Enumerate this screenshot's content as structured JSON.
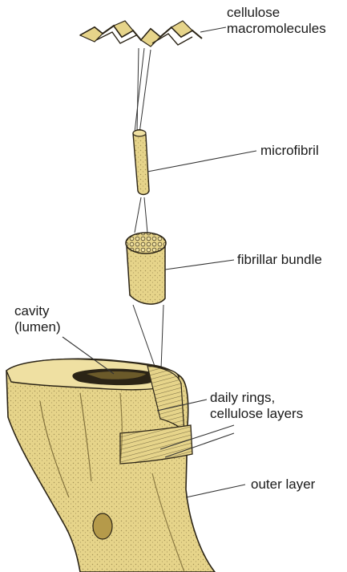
{
  "diagram": {
    "colors": {
      "fiber_fill": "#e6d48a",
      "fiber_fill_light": "#efe0a2",
      "fiber_shadow": "#b59a4a",
      "outline": "#2b2416",
      "leader_line": "#333333"
    },
    "labels": {
      "cellulose_macromolecules": [
        "cellulose",
        "macromolecules"
      ],
      "microfibril": "microfibril",
      "fibrillar_bundle": "fibrillar bundle",
      "cavity_lumen": [
        "cavity",
        "(lumen)"
      ],
      "daily_rings": [
        "daily rings,",
        "cellulose layers"
      ],
      "outer_layer": "outer layer"
    }
  }
}
